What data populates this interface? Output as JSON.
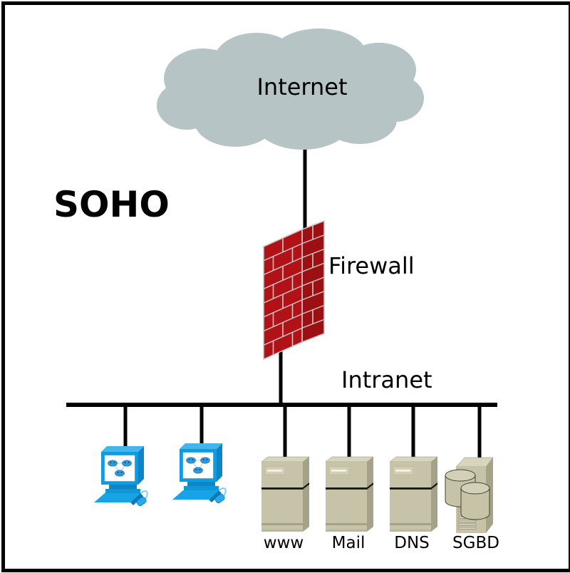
{
  "diagram": {
    "title": "SOHO",
    "internet": {
      "label": "Internet"
    },
    "firewall": {
      "label": "Firewall"
    },
    "intranet": {
      "label": "Intranet"
    },
    "workstations": [
      {
        "name": "workstation-1"
      },
      {
        "name": "workstation-2"
      }
    ],
    "servers": [
      {
        "label": "www"
      },
      {
        "label": "Mail"
      },
      {
        "label": "DNS"
      },
      {
        "label": "SGBD"
      }
    ],
    "icons": {
      "internet": "cloud",
      "firewall": "brick-wall",
      "workstation": "desktop-computer",
      "server": "tower-server",
      "sgbd": "database-server"
    },
    "colors": {
      "cloud": "#b6c4c6",
      "firewall_red": "#b11218",
      "firewall_top": "#f2646d",
      "server_beige": "#c6c3a8",
      "workstation_blue": "#0f9be0",
      "line": "#000000"
    }
  }
}
